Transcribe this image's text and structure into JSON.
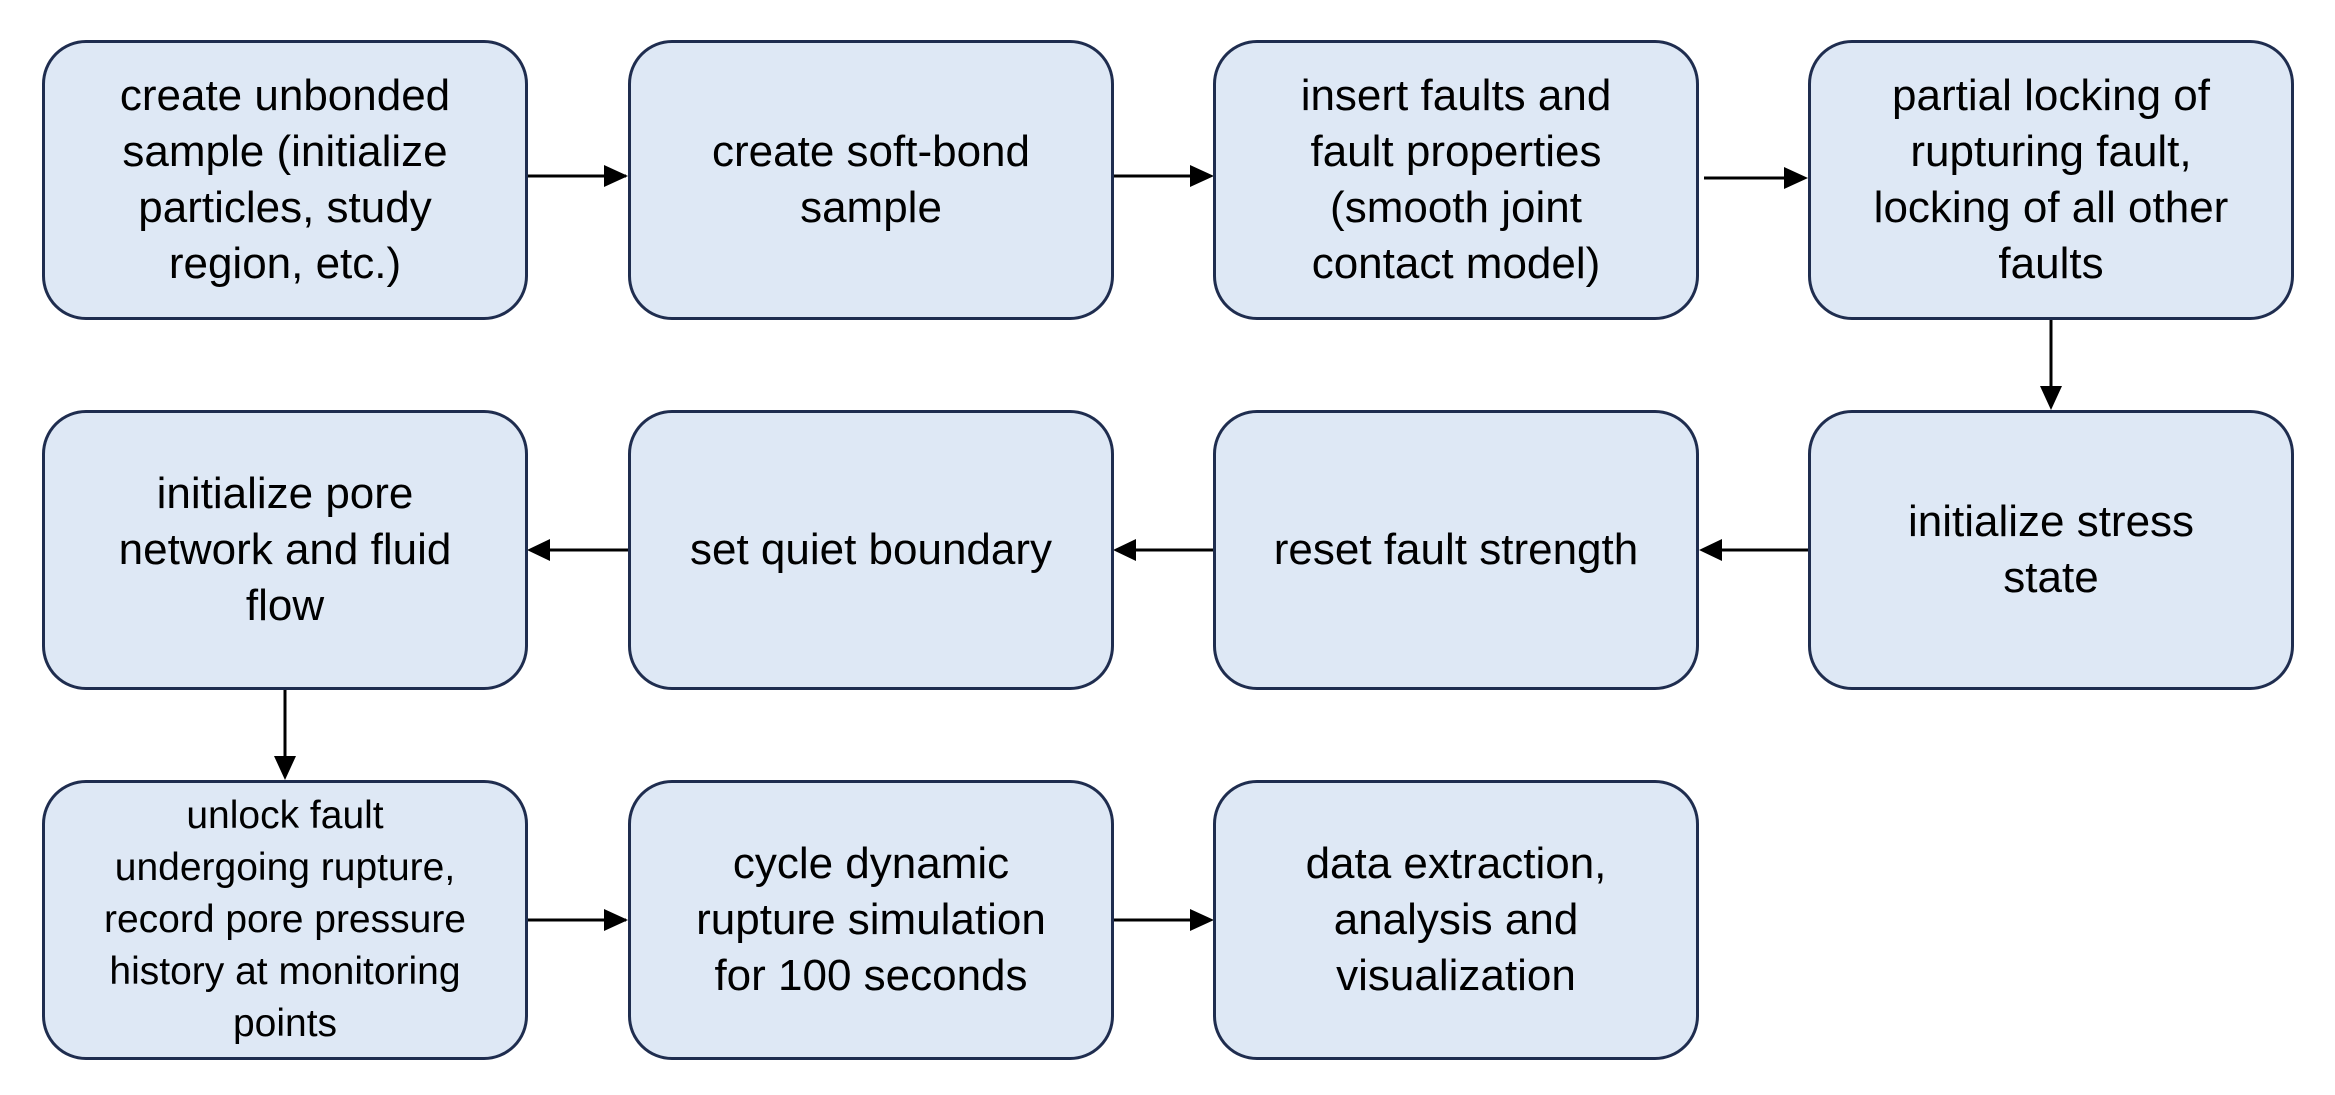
{
  "diagram": {
    "colors": {
      "box_fill": "#dee8f5",
      "box_border": "#1f2d4f",
      "arrow": "#000000",
      "text": "#000000"
    },
    "steps": [
      "create unbonded\nsample (initialize\nparticles, study\nregion, etc.)",
      "create soft-bond\nsample",
      "insert faults and\nfault properties\n(smooth joint\ncontact model)",
      "partial locking of\nrupturing fault,\nlocking of all other\nfaults",
      "initialize stress\nstate",
      "reset fault strength",
      "set quiet boundary",
      "initialize pore\nnetwork and fluid\nflow",
      "unlock fault\nundergoing rupture,\nrecord pore pressure\nhistory at monitoring\npoints",
      "cycle dynamic\nrupture simulation\nfor 100 seconds",
      "data extraction,\nanalysis and\nvisualization"
    ],
    "flow": [
      [
        0,
        1
      ],
      [
        1,
        2
      ],
      [
        2,
        3
      ],
      [
        3,
        4
      ],
      [
        4,
        5
      ],
      [
        5,
        6
      ],
      [
        6,
        7
      ],
      [
        7,
        8
      ],
      [
        8,
        9
      ],
      [
        9,
        10
      ]
    ]
  }
}
